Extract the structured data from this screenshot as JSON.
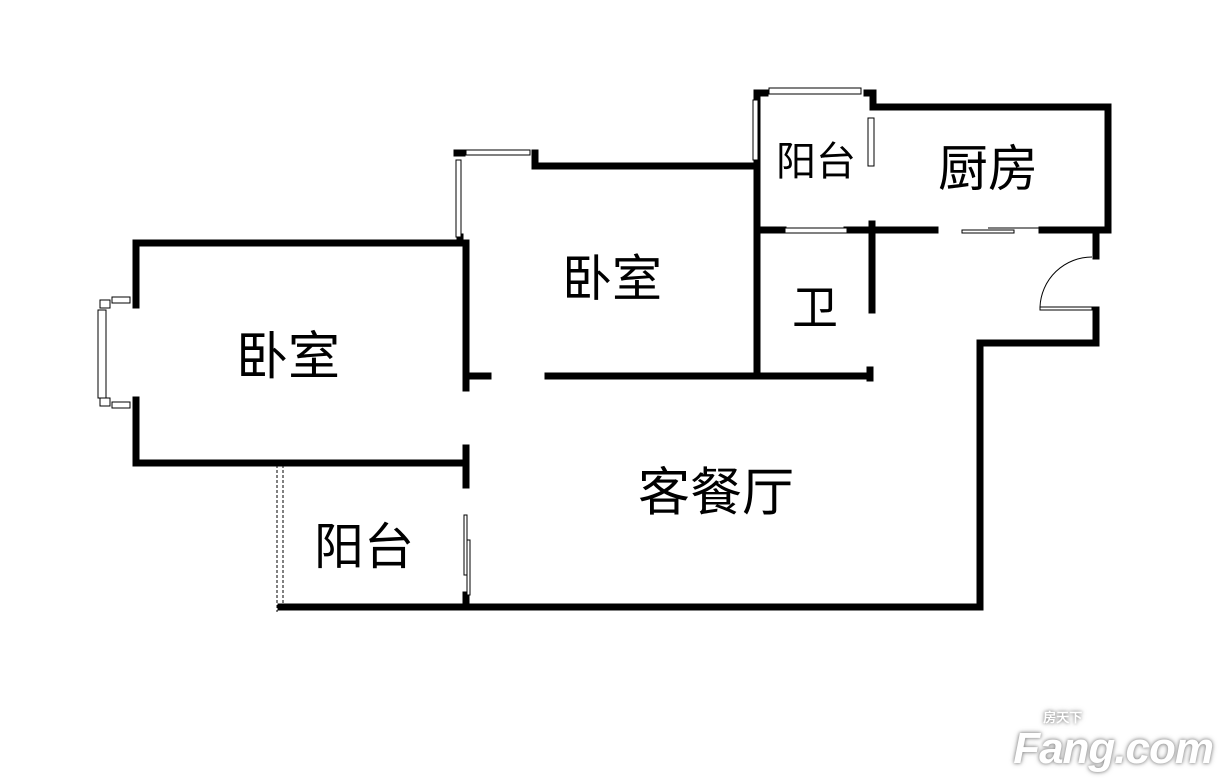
{
  "rooms": {
    "bedroom_left": "卧室",
    "bedroom_middle": "卧室",
    "balcony_upper": "阳台",
    "kitchen": "厨房",
    "bathroom": "卫",
    "living_dining": "客餐厅",
    "balcony_lower": "阳台"
  },
  "watermark": {
    "brand": "Fang.com",
    "chinese": "房天下"
  }
}
